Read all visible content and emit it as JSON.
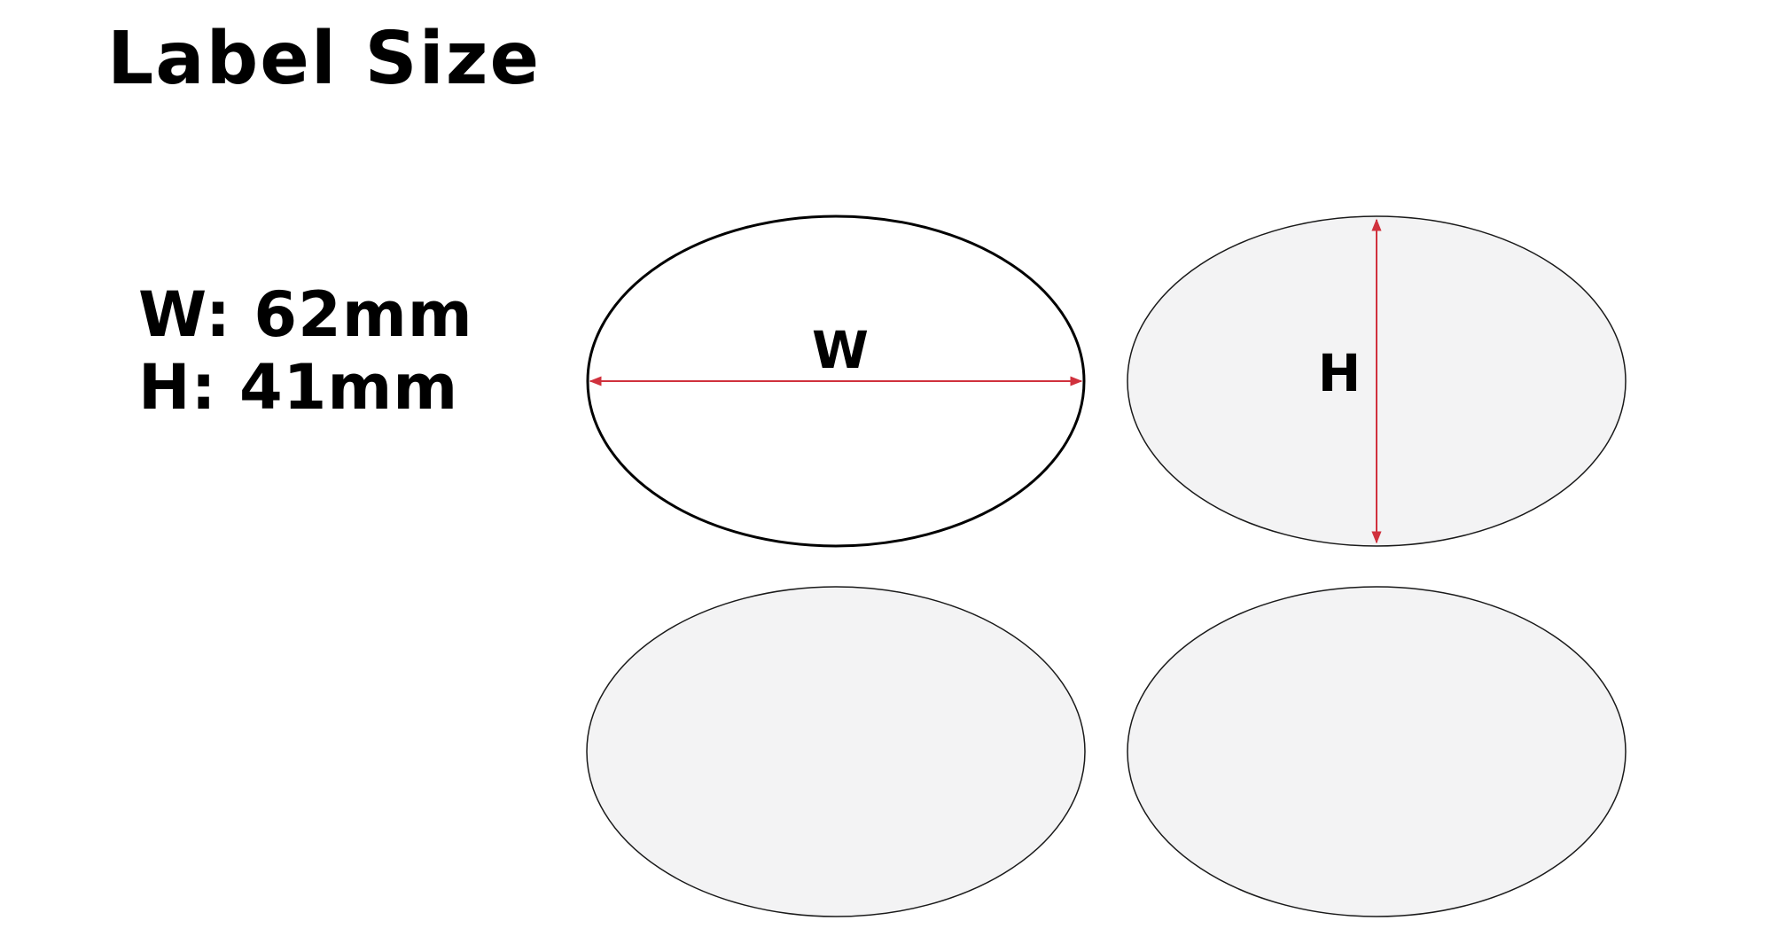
{
  "title": "Label Size",
  "dimensions": {
    "width_text": "W: 62mm",
    "height_text": "H: 41mm"
  },
  "diagram": {
    "width_marker": "W",
    "height_marker": "H",
    "colors": {
      "label_fill": "#f3f3f4",
      "highlight_fill": "#ffffff",
      "outline": "#000000",
      "arrow": "#d0313d"
    }
  }
}
